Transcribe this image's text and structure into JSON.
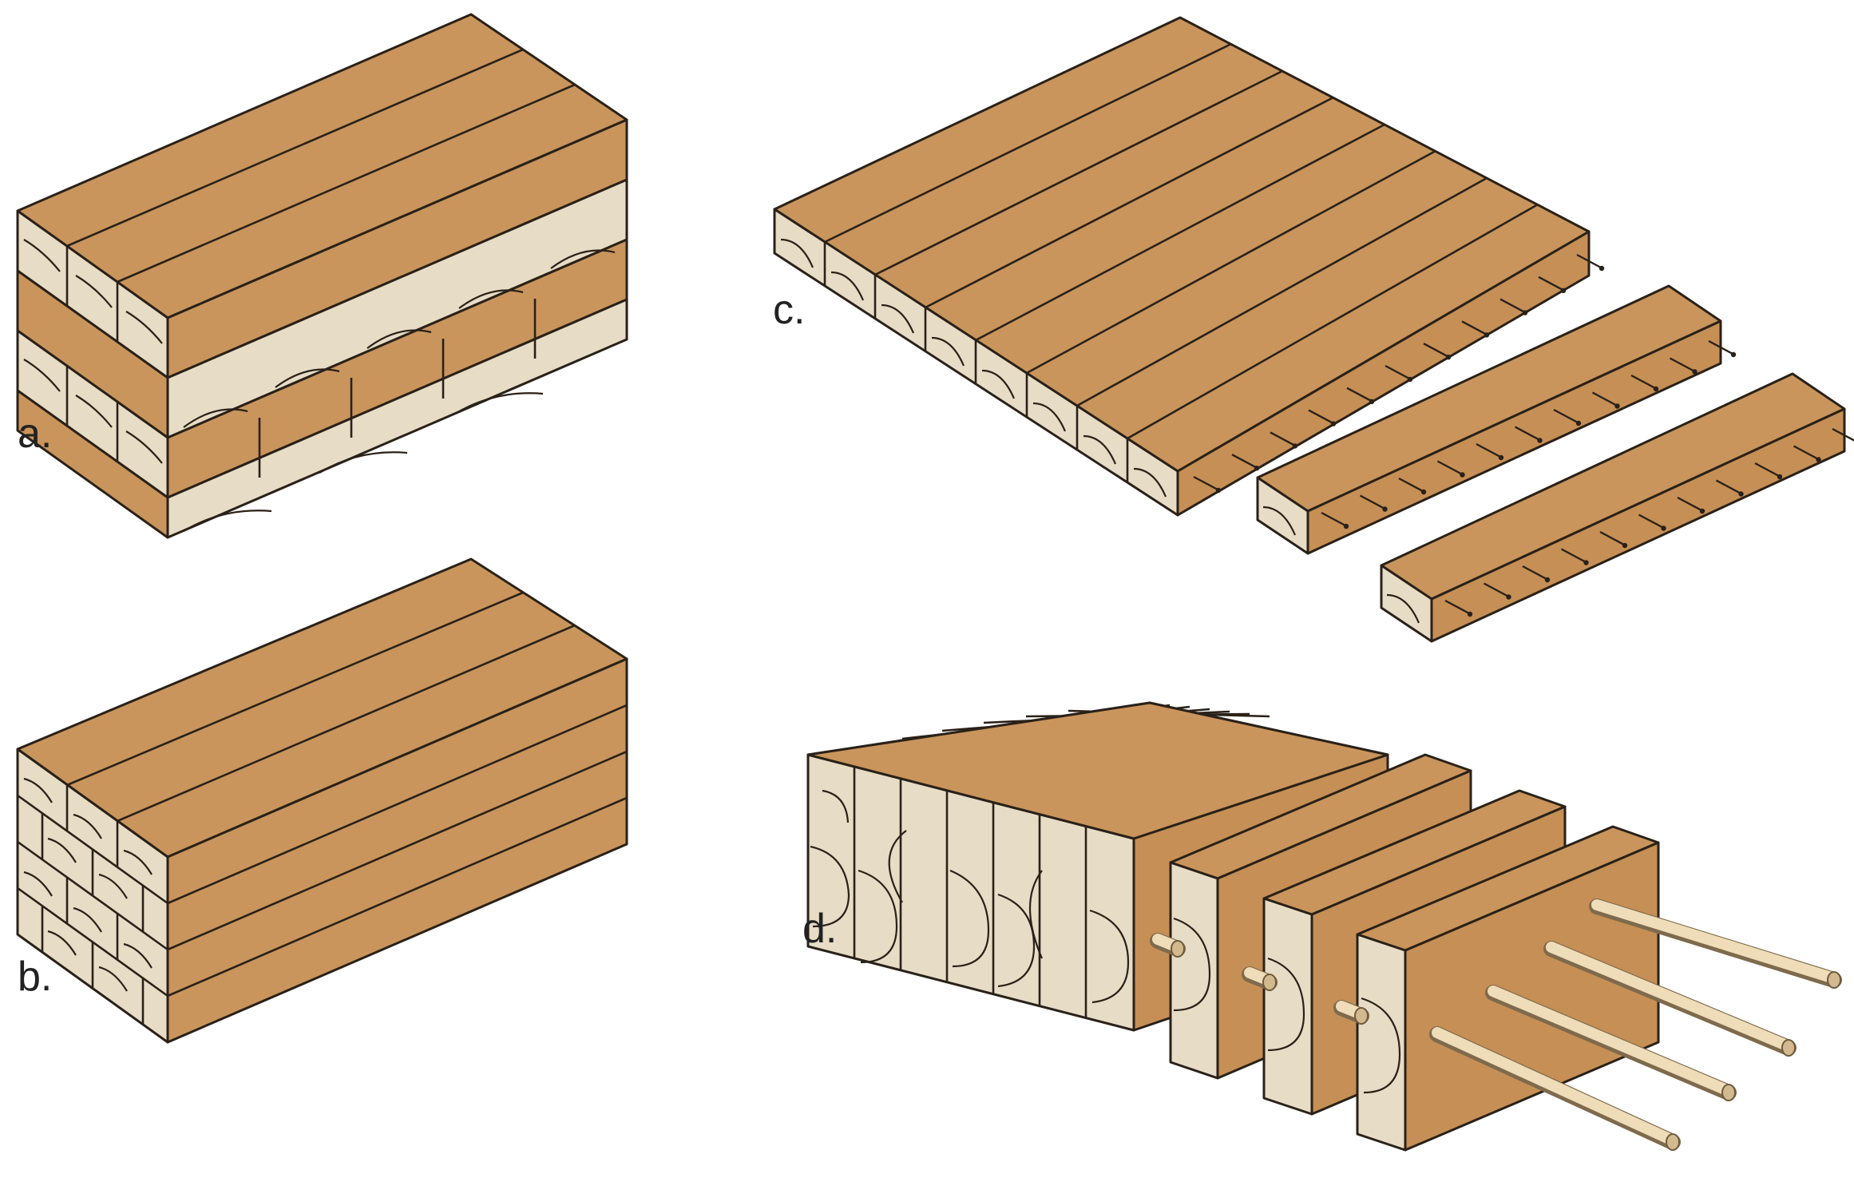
{
  "panels": [
    {
      "id": "a",
      "label": "a."
    },
    {
      "id": "b",
      "label": "b."
    },
    {
      "id": "c",
      "label": "c."
    },
    {
      "id": "d",
      "label": "d."
    }
  ],
  "colors": {
    "wood_face": "#c9955c",
    "end_grain": "#e7dcc6",
    "outline": "#2a2118",
    "dowel": "#efdcb8"
  }
}
